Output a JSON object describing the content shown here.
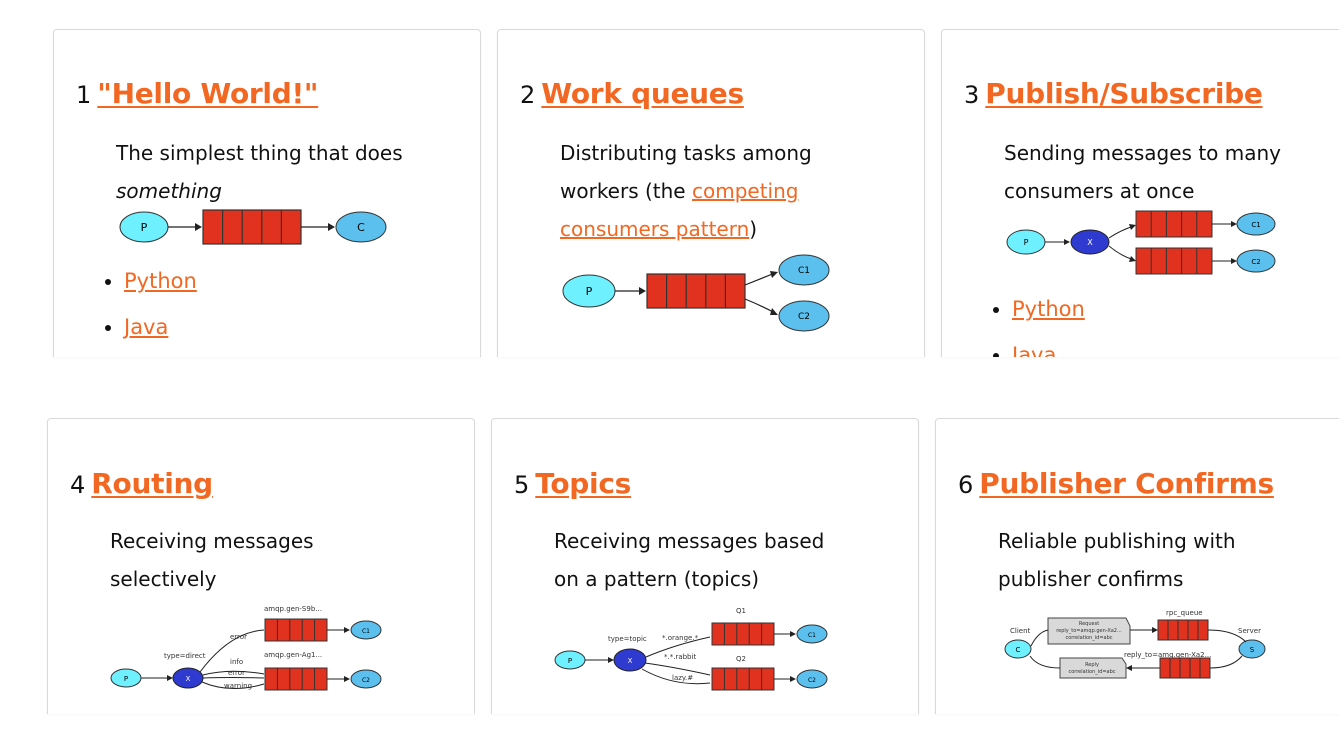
{
  "tutorials": [
    {
      "number": "1",
      "title": "\"Hello World!\"",
      "desc_line1": "The simplest thing that does",
      "desc_em": "something",
      "languages": [
        "Python",
        "Java"
      ],
      "diagram": {
        "producer": "P",
        "consumer": "C"
      }
    },
    {
      "number": "2",
      "title": "Work queues",
      "desc_part1": "Distributing tasks among workers (the ",
      "desc_link": "competing consumers pattern",
      "desc_part2": ")",
      "diagram": {
        "producer": "P",
        "consumer1": "C1",
        "consumer2": "C2"
      }
    },
    {
      "number": "3",
      "title": "Publish/Subscribe",
      "desc": "Sending messages to many consumers at once",
      "languages": [
        "Python",
        "Java"
      ],
      "diagram": {
        "producer": "P",
        "exchange": "X",
        "consumer1": "C1",
        "consumer2": "C2"
      }
    },
    {
      "number": "4",
      "title": "Routing",
      "desc": "Receiving messages selectively",
      "diagram": {
        "producer": "P",
        "exchange": "X",
        "exchange_type": "type=direct",
        "queue1": "amqp.gen-S9b...",
        "queue2": "amqp.gen-Ag1...",
        "bindings": [
          "error",
          "info",
          "error",
          "warning"
        ],
        "consumer1": "C1",
        "consumer2": "C2"
      }
    },
    {
      "number": "5",
      "title": "Topics",
      "desc": "Receiving messages based on a pattern (topics)",
      "diagram": {
        "producer": "P",
        "exchange": "X",
        "exchange_type": "type=topic",
        "queue1": "Q1",
        "queue2": "Q2",
        "bindings": [
          "*.orange.*",
          "*.*.rabbit",
          "lazy.#"
        ],
        "consumer1": "C1",
        "consumer2": "C2"
      }
    },
    {
      "number": "6",
      "title": "Publisher Confirms",
      "desc": "Reliable publishing with publisher confirms",
      "diagram": {
        "client": "C",
        "client_label": "Client",
        "server": "S",
        "server_label": "Server",
        "rpc_queue": "rpc_queue",
        "reply_queue": "reply_to=amq.gen-Xa2...",
        "request": [
          "Request",
          "reply_to=amqp.gen-Xa2...",
          "correlation_id=abc"
        ],
        "reply": [
          "Reply",
          "correlation_id=abc"
        ]
      }
    }
  ],
  "colors": {
    "accent": "#f26822",
    "queue": "#e0321f",
    "producer": "#6ff0ff",
    "consumer": "#5bc0ee",
    "exchange": "#2f3bd0"
  }
}
